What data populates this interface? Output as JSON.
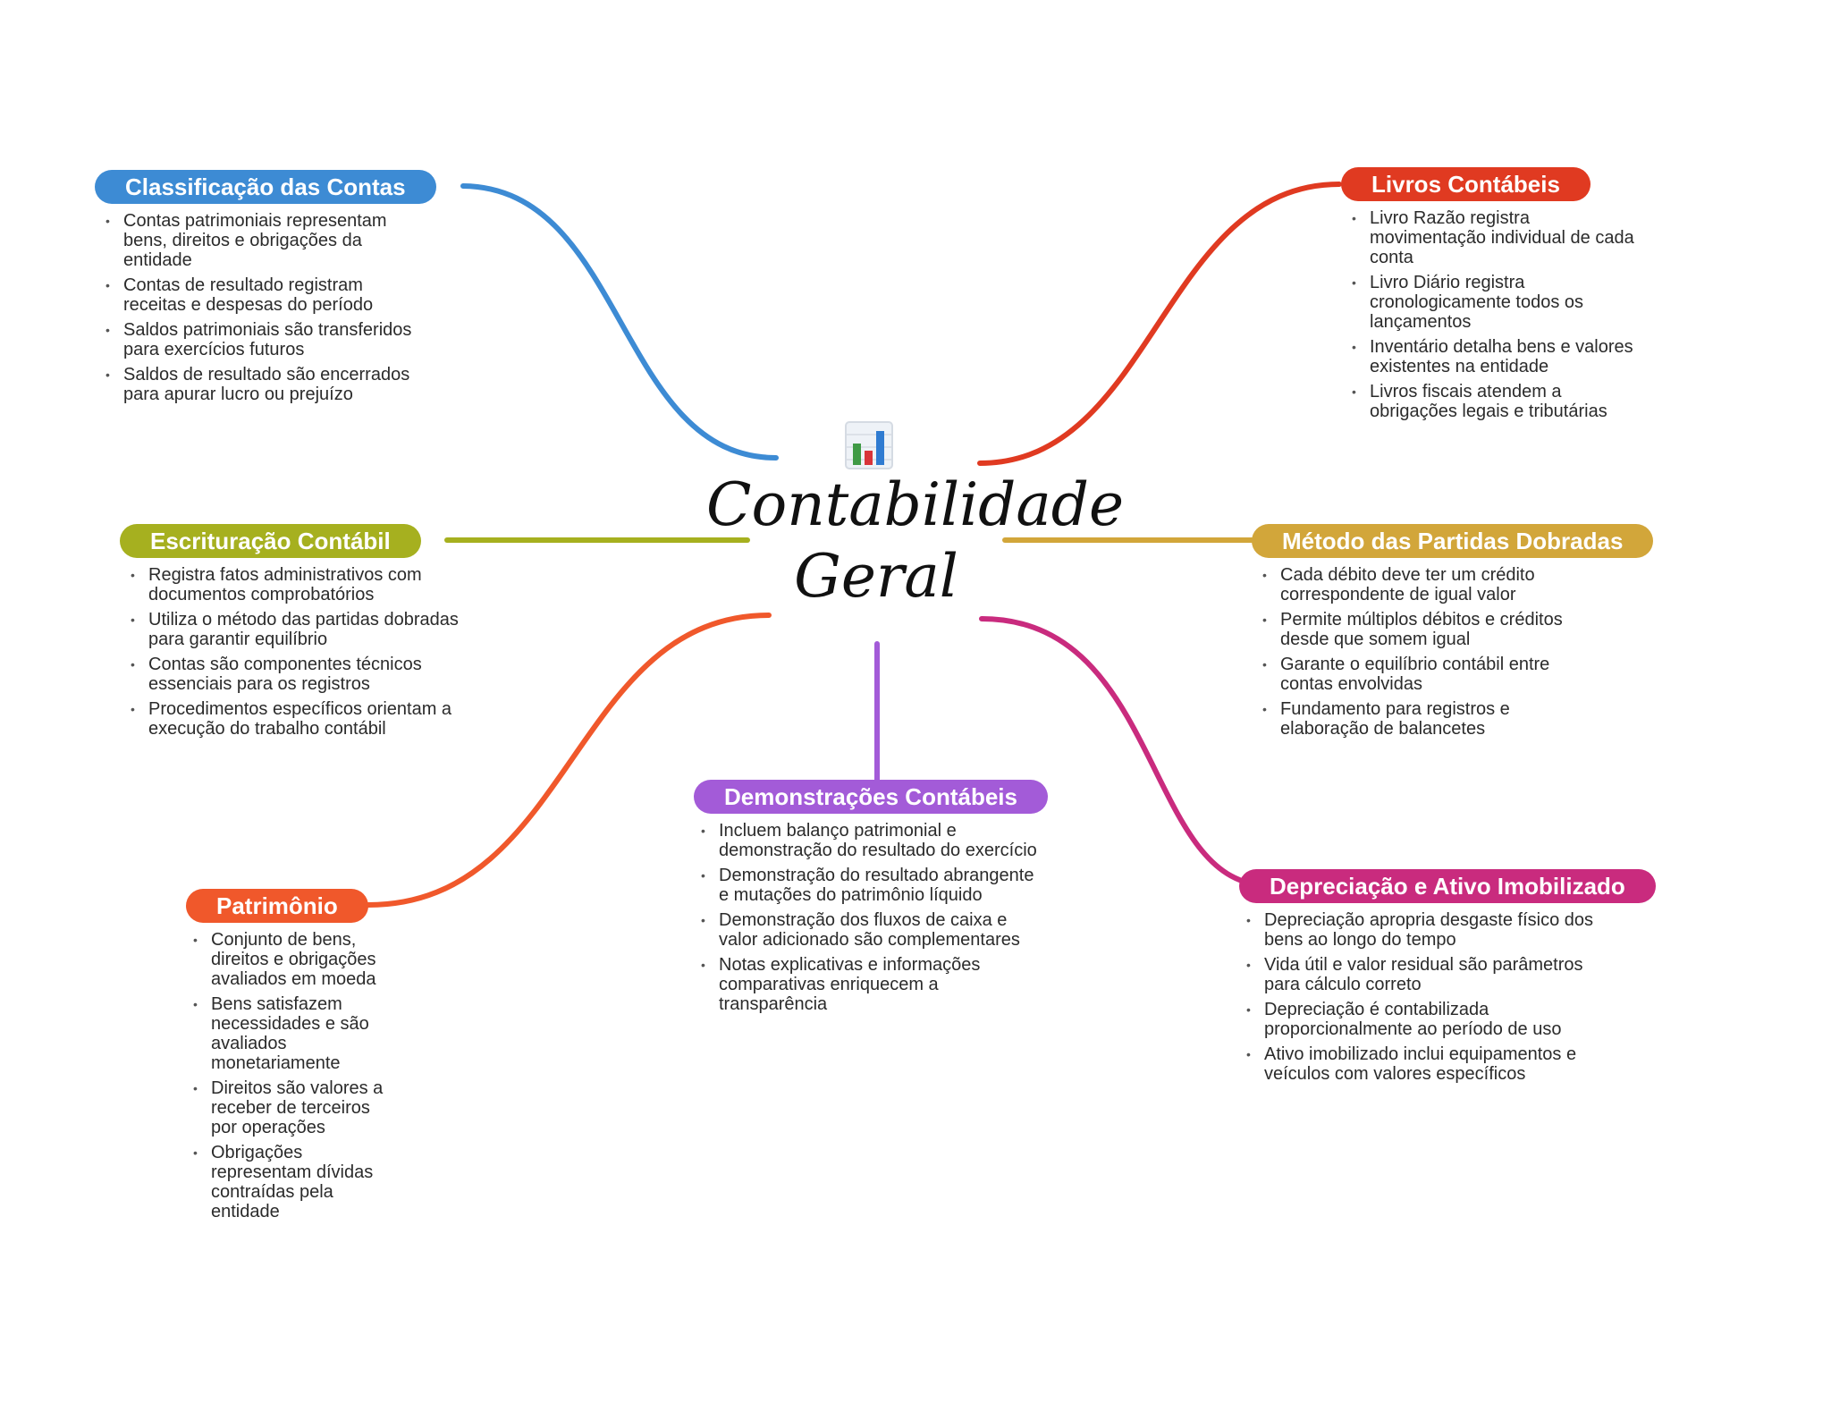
{
  "center": {
    "title_line1": "Contabilidade",
    "title_line2": "Geral",
    "icon": "bar-chart-icon"
  },
  "colors": {
    "classificacao": "#3d8bd4",
    "livros": "#e03a21",
    "escrituracao": "#a6b01f",
    "metodo": "#d2a63a",
    "patrimonio": "#f0582b",
    "demonstracoes": "#a35bd8",
    "depreciacao": "#c92b7e"
  },
  "branches": {
    "classificacao": {
      "title": "Classificação das Contas",
      "items": [
        "Contas patrimoniais representam bens, direitos e obrigações da entidade",
        "Contas de resultado registram receitas e despesas do período",
        "Saldos patrimoniais são transferidos para exercícios futuros",
        "Saldos de resultado são encerrados para apurar lucro ou prejuízo"
      ]
    },
    "livros": {
      "title": "Livros Contábeis",
      "items": [
        "Livro Razão registra movimentação individual de cada conta",
        "Livro Diário registra cronologicamente todos os lançamentos",
        "Inventário detalha bens e valores existentes na entidade",
        "Livros fiscais atendem a obrigações legais e tributárias"
      ]
    },
    "escrituracao": {
      "title": "Escrituração Contábil",
      "items": [
        "Registra fatos administrativos com documentos comprobatórios",
        "Utiliza o método das partidas dobradas para garantir equilíbrio",
        "Contas são componentes técnicos essenciais para os registros",
        "Procedimentos específicos orientam a execução do trabalho contábil"
      ]
    },
    "metodo": {
      "title": "Método das Partidas Dobradas",
      "items": [
        "Cada débito deve ter um crédito correspondente de igual valor",
        "Permite múltiplos débitos e créditos desde que somem igual",
        "Garante o equilíbrio contábil entre contas envolvidas",
        "Fundamento para registros e elaboração de balancetes"
      ]
    },
    "patrimonio": {
      "title": "Patrimônio",
      "items": [
        "Conjunto de bens, direitos e obrigações avaliados em moeda",
        "Bens satisfazem necessidades e são avaliados monetariamente",
        "Direitos são valores a receber de terceiros por operações",
        "Obrigações representam dívidas contraídas pela entidade"
      ]
    },
    "demonstracoes": {
      "title": "Demonstrações Contábeis",
      "items": [
        "Incluem balanço patrimonial e demonstração do resultado do exercício",
        "Demonstração do resultado abrangente e mutações do patrimônio líquido",
        "Demonstração dos fluxos de caixa e valor adicionado são complementares",
        "Notas explicativas e informações comparativas enriquecem a transparência"
      ]
    },
    "depreciacao": {
      "title": "Depreciação e Ativo Imobilizado",
      "items": [
        "Depreciação apropria desgaste físico dos bens ao longo do tempo",
        "Vida útil e valor residual são parâmetros para cálculo correto",
        "Depreciação é contabilizada proporcionalmente ao período de uso",
        "Ativo imobilizado inclui equipamentos e veículos com valores específicos"
      ]
    }
  }
}
